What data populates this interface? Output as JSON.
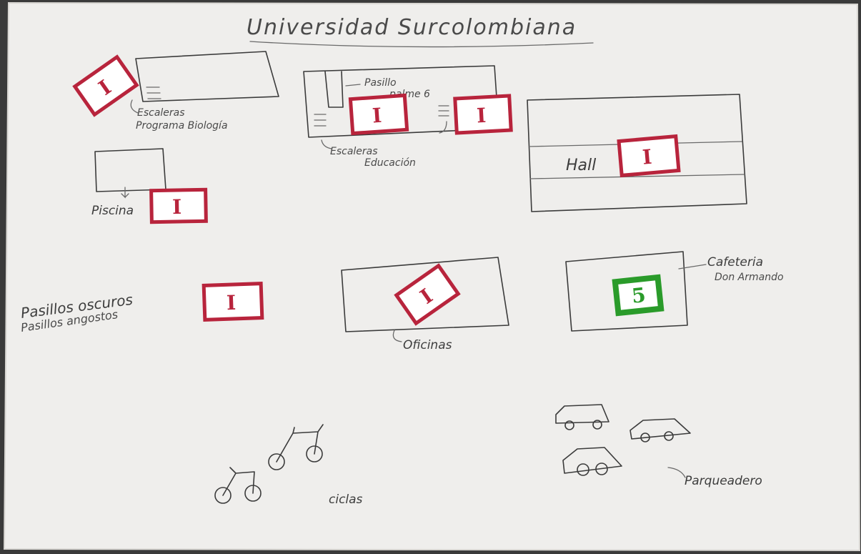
{
  "title": "Universidad Surcolombiana",
  "labels": {
    "escaleras_biologia_1": "Escaleras",
    "escaleras_biologia_2": "Programa Biología",
    "pasillo_1": "Pasillo",
    "pasillo_2": "palme 6",
    "escaleras_educacion_1": "Escaleras",
    "escaleras_educacion_2": "Educación",
    "hall": "Hall",
    "piscina": "Piscina",
    "pasillos_oscuros": "Pasillos oscuros",
    "pasillos_angostos": "Pasillos angostos",
    "oficinas": "Oficinas",
    "cafeteria_1": "Cafeteria",
    "cafeteria_2": "Don Armando",
    "ciclas": "ciclas",
    "parqueadero": "Parqueadero"
  },
  "cards": {
    "red_mark": "I",
    "green_mark": "5",
    "red_color": "#b8243c",
    "green_color": "#2a9b2a"
  }
}
